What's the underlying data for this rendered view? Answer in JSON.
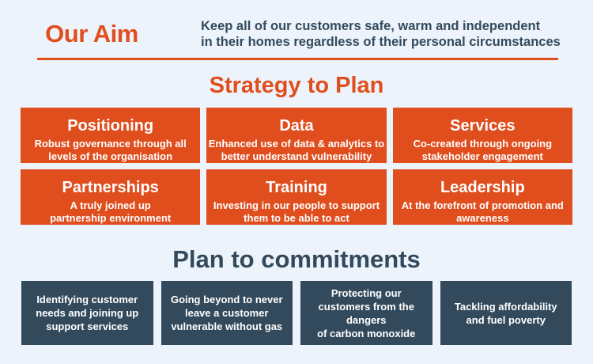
{
  "theme": {
    "background": "#ECF3FB",
    "accent_orange": "#E04E1E",
    "navy": "#334A5C",
    "box_text_color": "#FFFFFF"
  },
  "header": {
    "title": "Our Aim",
    "aim_text": "Keep all of our customers safe, warm and independent\nin their homes regardless of their personal circumstances"
  },
  "strategy": {
    "heading": "Strategy to Plan",
    "boxes": [
      {
        "title": "Positioning",
        "description": "Robust governance through all\nlevels of the organisation"
      },
      {
        "title": "Data",
        "description": "Enhanced use of data & analytics to\nbetter understand vulnerability"
      },
      {
        "title": "Services",
        "description": "Co-created through ongoing\nstakeholder engagement"
      },
      {
        "title": "Partnerships",
        "description": "A truly joined up\npartnership environment"
      },
      {
        "title": "Training",
        "description": "Investing in our people to support\nthem to be able to act"
      },
      {
        "title": "Leadership",
        "description": "At the forefront of promotion and\nawareness"
      }
    ]
  },
  "commitments": {
    "heading": "Plan to commitments",
    "boxes": [
      {
        "text": "Identifying customer\nneeds and joining up\nsupport services"
      },
      {
        "text": "Going beyond to never\nleave a customer\nvulnerable without gas"
      },
      {
        "text": "Protecting our\ncustomers from the dangers\nof carbon monoxide"
      },
      {
        "text": "Tackling affordability\nand fuel poverty"
      }
    ]
  }
}
